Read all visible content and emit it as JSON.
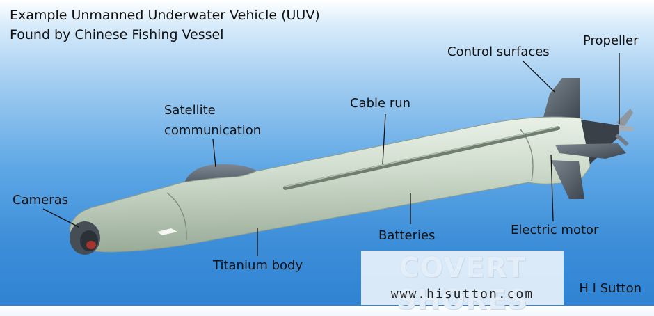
{
  "title": {
    "line1": "Example Unmanned Underwater Vehicle (UUV)",
    "line2": "Found by Chinese Fishing Vessel"
  },
  "labels": {
    "satellite_line1": "Satellite",
    "satellite_line2": "communication",
    "cable_run": "Cable run",
    "control_surfaces": "Control surfaces",
    "propeller": "Propeller",
    "cameras": "Cameras",
    "titanium_body": "Titanium body",
    "batteries": "Batteries",
    "electric_motor": "Electric motor"
  },
  "watermark": {
    "brand": "COVERT SHORES",
    "url": "www.hisutton.com"
  },
  "credit": "H I Sutton",
  "colors": {
    "hull": "#cfdccd",
    "hull_shadow": "#9eaf9c",
    "dome": "#4a5663",
    "fin": "#5c6670",
    "lens_red": "#a5352c",
    "sky_top": "#ffffff",
    "sky_bottom": "#2f83d3"
  }
}
